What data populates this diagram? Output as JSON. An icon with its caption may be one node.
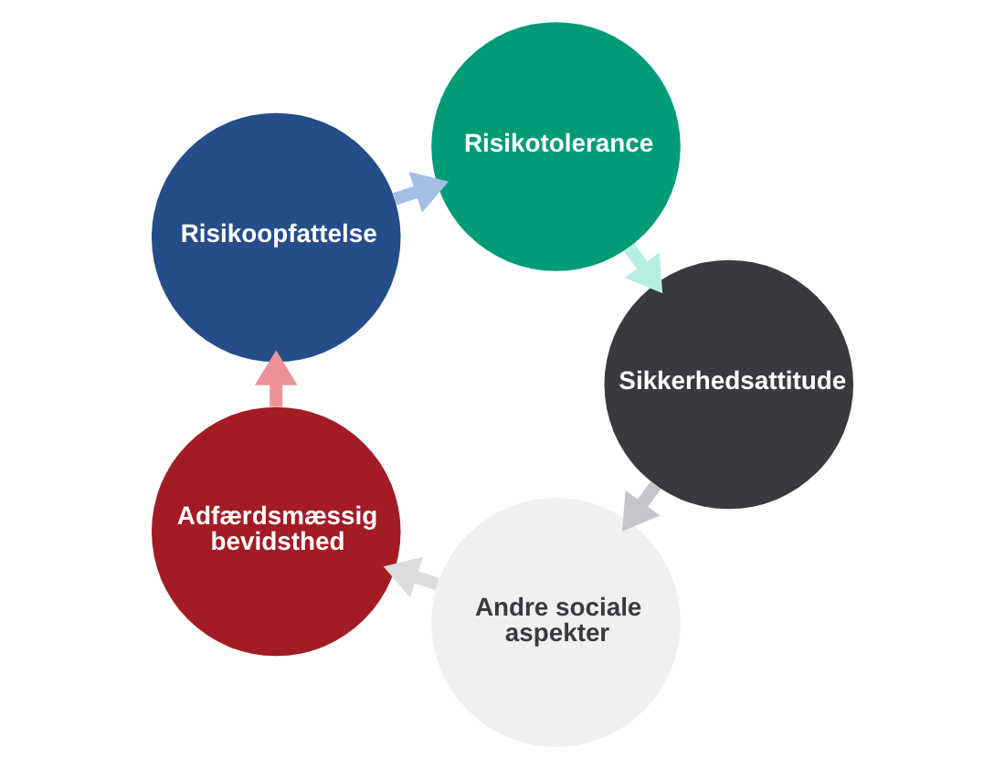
{
  "diagram": {
    "nodes": [
      {
        "text": [
          "Andre sociale aspekter"
        ]
      },
      {
        "text": [
          "Adfærdsmæssig bevidsthed"
        ]
      },
      {
        "text": [
          "Sikkerhedsattitude"
        ]
      },
      {
        "text": [
          "Risikoopfattelse"
        ]
      },
      {
        "text": [
          "Risikotolerance"
        ]
      }
    ],
    "edges": [
      {
        "from": 1,
        "to": 3,
        "arrow": "to",
        "color": "#ec9297"
      },
      {
        "from": 3,
        "to": 4,
        "arrow": "to",
        "color": "#a3bfe6"
      },
      {
        "from": 4,
        "to": 2,
        "arrow": "to",
        "color": "#b4efe2"
      },
      {
        "from": 2,
        "to": 0,
        "arrow": "to",
        "color": "#c4c4c9"
      },
      {
        "from": 0,
        "to": 1,
        "arrow": "to",
        "color": "#dcdcdc"
      }
    ]
  }
}
